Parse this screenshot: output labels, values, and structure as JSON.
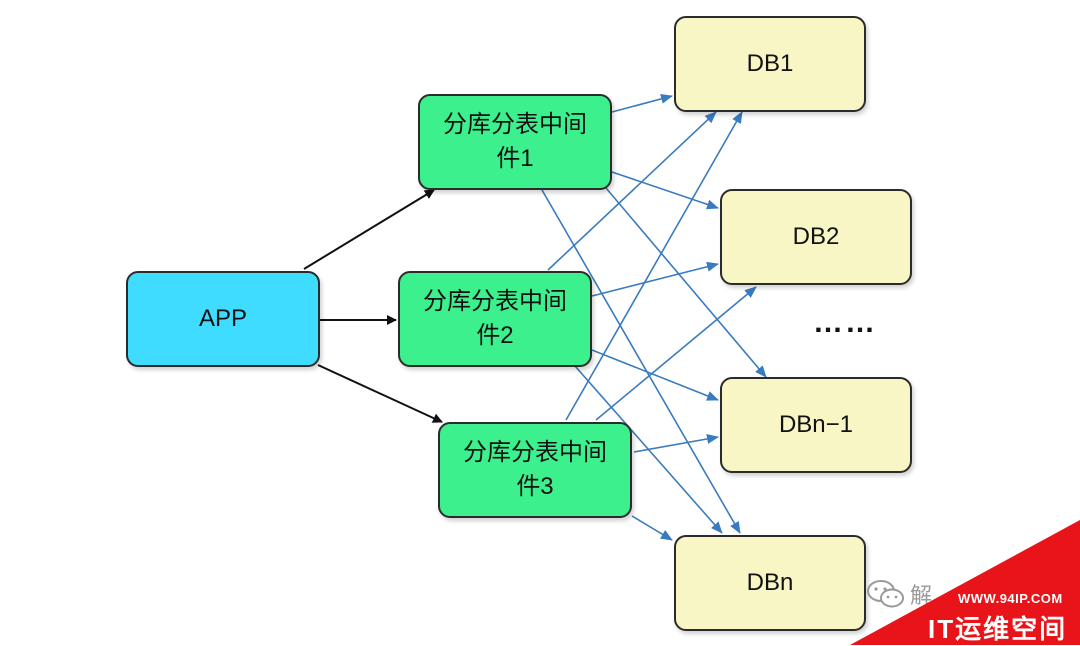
{
  "nodes": {
    "app": "APP",
    "middleware": [
      {
        "line1": "分库分表中间",
        "line2": "件1"
      },
      {
        "line1": "分库分表中间",
        "line2": "件2"
      },
      {
        "line1": "分库分表中间",
        "line2": "件3"
      }
    ],
    "databases": [
      "DB1",
      "DB2",
      "DBn−1",
      "DBn"
    ],
    "ellipsis": "……"
  },
  "colors": {
    "app": "#3fdcff",
    "middleware": "#3df08e",
    "database": "#f7f6c4",
    "arrow_app": "#111111",
    "arrow_db": "#3a7bbf"
  },
  "watermark": {
    "wechat_text": "解",
    "url": "WWW.94IP.COM",
    "brand": "IT运维空间"
  }
}
